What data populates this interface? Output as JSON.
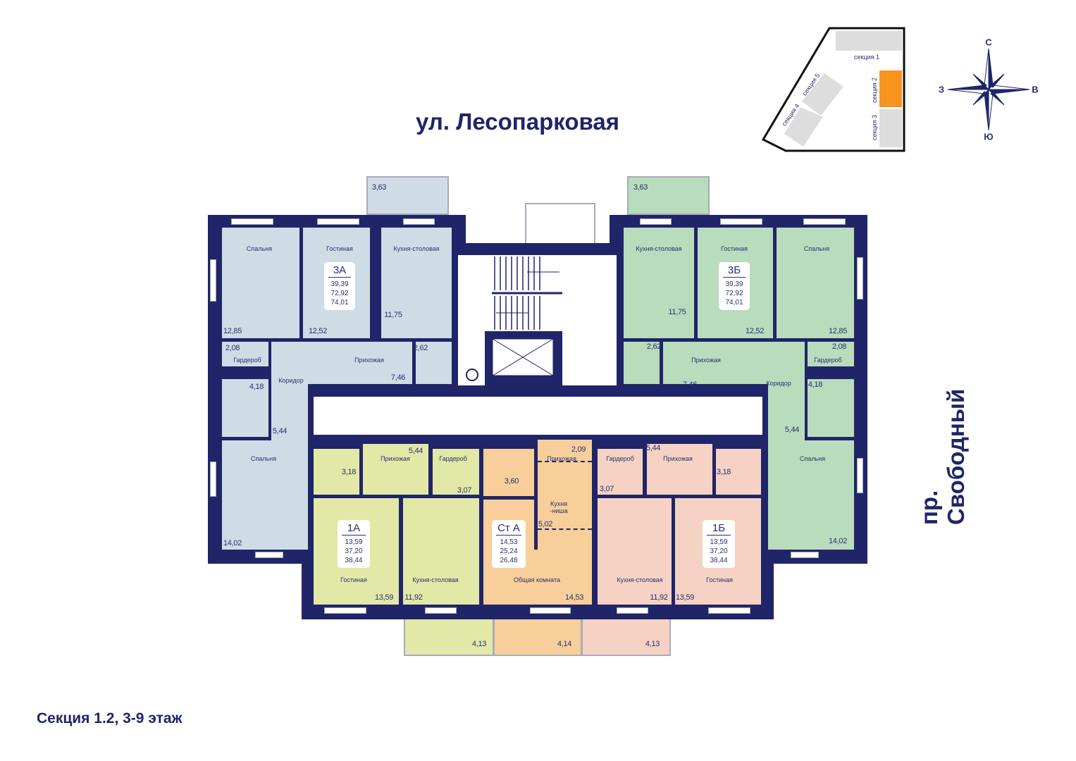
{
  "streets": {
    "top": "ул. Лесопарковая",
    "right": "пр. Свободный"
  },
  "footer": "Секция 1.2, 3-9 этаж",
  "site_plan": {
    "sections": [
      "секция 1",
      "секция 2",
      "секция 3",
      "секция 4",
      "секция 5"
    ],
    "highlighted": "секция 2",
    "highlight_color": "#f7941d"
  },
  "compass": {
    "n": "С",
    "s": "Ю",
    "w": "З",
    "e": "В"
  },
  "colors": {
    "walls": "#1f2568",
    "apt_3a": "#cfdce6",
    "apt_3b": "#b9dcbc",
    "apt_1a": "#e2e8a6",
    "apt_sta": "#f8cf9a",
    "apt_1b": "#f5d2c3"
  },
  "apt3a": {
    "name": "3А",
    "areas": [
      "39,39",
      "72,92",
      "74,01"
    ],
    "rooms": [
      "Спальня",
      "Гостиная",
      "Кухня-столовая",
      "Гардероб",
      "Прихожая",
      "Коридор",
      "Спальня"
    ],
    "nums": [
      "12,85",
      "12,52",
      "11,75",
      "2,08",
      "2,62",
      "7,46",
      "4,18",
      "5,44",
      "14,02",
      "3,63"
    ]
  },
  "apt3b": {
    "name": "3Б",
    "areas": [
      "39,39",
      "72,92",
      "74,01"
    ],
    "rooms": [
      "Кухня-столовая",
      "Гостиная",
      "Спальня",
      "Прихожая",
      "Гардероб",
      "Коридор",
      "Спальня"
    ],
    "nums": [
      "11,75",
      "12,52",
      "12,85",
      "2,62",
      "2,08",
      "7,46",
      "4,18",
      "5,44",
      "14,02",
      "3,63"
    ]
  },
  "apt1a": {
    "name": "1А",
    "areas": [
      "13,59",
      "37,20",
      "38,44"
    ],
    "rooms": [
      "Прихожая",
      "Гардероб",
      "Гостиная",
      "Кухня-столовая"
    ],
    "nums": [
      "5,44",
      "3,18",
      "3,07",
      "13,59",
      "11,92",
      "4,13"
    ]
  },
  "aptsta": {
    "name": "Ст А",
    "areas": [
      "14,53",
      "25,24",
      "26,48"
    ],
    "rooms": [
      "Прихожая",
      "Кухня -ниша",
      "Общая комната"
    ],
    "nums": [
      "2,09",
      "3,60",
      "5,02",
      "14,53",
      "4,14"
    ]
  },
  "apt1b": {
    "name": "1Б",
    "areas": [
      "13,59",
      "37,20",
      "38,44"
    ],
    "rooms": [
      "Гардероб",
      "Прихожая",
      "Кухня-столовая",
      "Гостиная"
    ],
    "nums": [
      "5,44",
      "3,18",
      "3,07",
      "11,92",
      "13,59",
      "4,13"
    ]
  }
}
